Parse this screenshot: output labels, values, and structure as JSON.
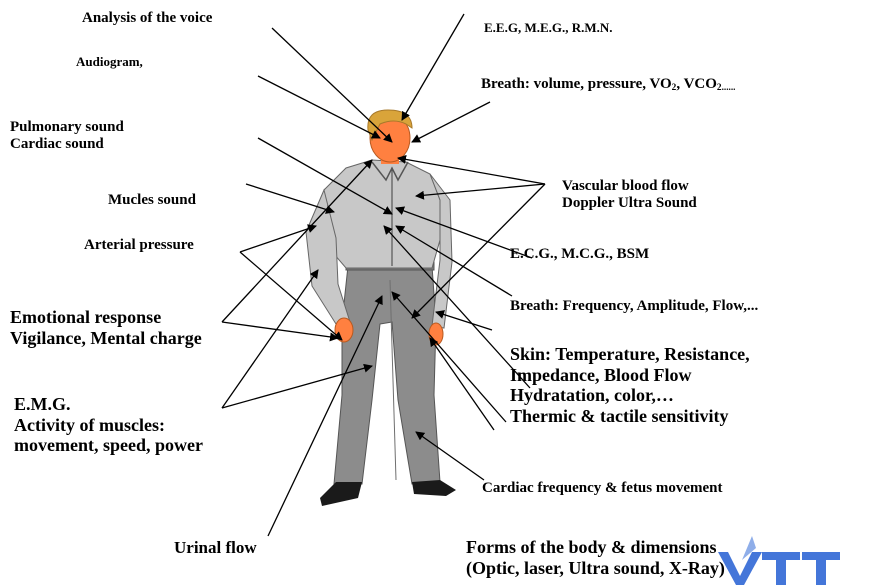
{
  "labels": {
    "voice": "Analysis of the voice",
    "eeg": "E.E.G, M.E.G., R.M.N.",
    "audiogram": "Audiogram,",
    "breath_main": "Breath: volume, pressure, VO",
    "breath_vco": "VCO",
    "breath_sub": "2",
    "breath_dots": "......",
    "pulmonary": "Pulmonary sound",
    "cardiac": "Cardiac sound",
    "vascular": "Vascular blood flow",
    "doppler": "Doppler Ultra Sound",
    "mucles": "Mucles sound",
    "arterial": "Arterial pressure",
    "ecg": "E.C.G., M.C.G., BSM",
    "breath_freq": "Breath: Frequency, Amplitude, Flow,...",
    "emotional": "Emotional response",
    "vigilance": "Vigilance, Mental charge",
    "skin_1": "Skin: Temperature, Resistance,",
    "skin_2": "Impedance, Blood Flow",
    "skin_3": "Hydratation, color,…",
    "skin_4": "Thermic & tactile sensitivity",
    "emg": "E.M.G.",
    "activity": "Activity of muscles:",
    "movement": "movement, speed, power",
    "cardiac_freq": "Cardiac frequency & fetus movement",
    "urinal": "Urinal flow",
    "forms_1": "Forms of the body & dimensions",
    "forms_2": "(Optic, laser, Ultra sound, X-Ray)"
  },
  "colors": {
    "hair": "#d9a43a",
    "skin": "#ff8040",
    "shirt": "#c8c8c8",
    "pants": "#8c8c8c",
    "shoes": "#1a1a1a",
    "logo": "#3a6fd8"
  },
  "logo": {
    "icon": "vtt-logo-icon"
  }
}
